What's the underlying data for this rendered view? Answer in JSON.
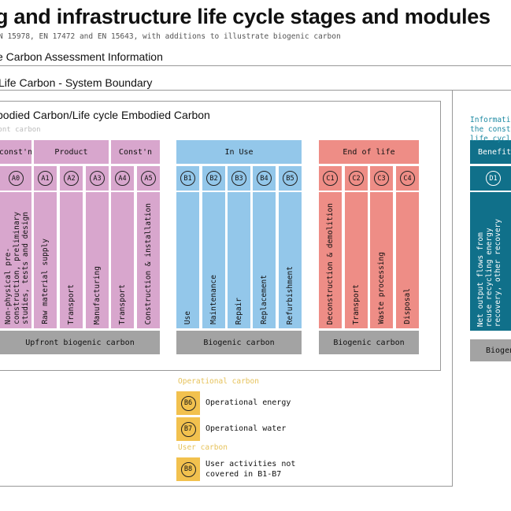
{
  "header": {
    "title": "g and infrastructure life cycle stages and modules",
    "subtitle": "N 15978, EN 17472 and EN 15643, with additions to illustrate biogenic carbon",
    "assessment": "e Carbon Assessment Information",
    "system_boundary": "Life Carbon - System Boundary",
    "embodied": "bodied Carbon/Life cycle Embodied Carbon",
    "upfront_label": "ront carbon"
  },
  "groups": [
    {
      "label": "const'n",
      "color": "#d8a6cd"
    },
    {
      "label": "Product",
      "color": "#d8a6cd"
    },
    {
      "label": "Const'n",
      "color": "#d8a6cd"
    },
    {
      "label": "In Use",
      "color": "#93c7ea"
    },
    {
      "label": "End of life",
      "color": "#ee8d86"
    },
    {
      "label": "Benefit",
      "color": "#10708a"
    }
  ],
  "modules": [
    {
      "code": "A0",
      "text": "Non-physical pre-\nconstruction, preliminary\nstudies, tests and design"
    },
    {
      "code": "A1",
      "text": "Raw material supply"
    },
    {
      "code": "A2",
      "text": "Transport"
    },
    {
      "code": "A3",
      "text": "Manufacturing"
    },
    {
      "code": "A4",
      "text": "Transport"
    },
    {
      "code": "A5",
      "text": "Construction & installation"
    },
    {
      "code": "B1",
      "text": "Use"
    },
    {
      "code": "B2",
      "text": "Maintenance"
    },
    {
      "code": "B3",
      "text": "Repair"
    },
    {
      "code": "B4",
      "text": "Replacement"
    },
    {
      "code": "B5",
      "text": "Refurbishment"
    },
    {
      "code": "C1",
      "text": "Deconstruction & demolition"
    },
    {
      "code": "C2",
      "text": "Transport"
    },
    {
      "code": "C3",
      "text": "Waste processing"
    },
    {
      "code": "C4",
      "text": "Disposal"
    },
    {
      "code": "D1",
      "text": "Net output flows from\nreuse recycling energy\nrecovery, other recovery"
    }
  ],
  "biogenic": {
    "upfront": "Upfront biogenic carbon",
    "in_use": "Biogenic carbon",
    "end_of_life": "Biogenic carbon",
    "benefit": "Biogen"
  },
  "operational": {
    "heading": "Operational carbon",
    "items": [
      {
        "code": "B6",
        "text": "Operational energy"
      },
      {
        "code": "B7",
        "text": "Operational water"
      }
    ],
    "user_heading": "User carbon",
    "user_item": {
      "code": "B8",
      "text": "User activities not\ncovered in B1-B7"
    }
  },
  "info_right": "Informati\nthe const\nlife cycl",
  "colors": {
    "upfront": "#d8a6cd",
    "in_use": "#93c7ea",
    "end_of_life": "#ee8d86",
    "benefit": "#10708a",
    "biogenic": "#a3a3a3",
    "operational": "#f2c14e"
  }
}
